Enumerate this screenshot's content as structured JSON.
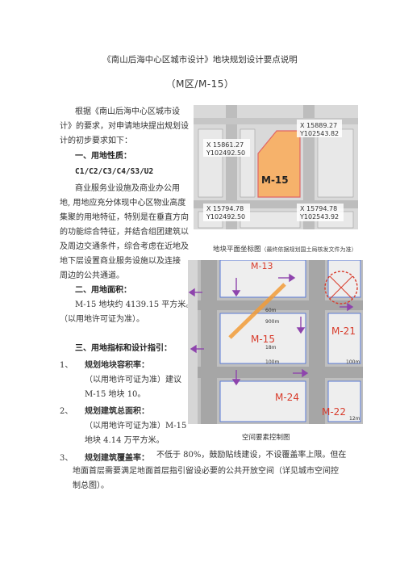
{
  "doc": {
    "title": "《南山后海中心区城市设计》地块规划设计要点说明",
    "subtitle": "（M区/M-15）"
  },
  "intro": {
    "lines": [
      "根据《南山后海中心区城市设",
      "计》的要求，对申请地块提出规划设",
      "计的初步要求如下："
    ]
  },
  "section1": {
    "heading": "一、用地性质：",
    "codes": "C1/C2/C3/C4/S3/U2",
    "lines": [
      "商业服务业设施及商业办公用",
      "地, 用地应充分体现中心区物业高度",
      "集聚的用地特征，特别是在垂直方向",
      "的功能综合特征，并结合组团建筑以",
      "及周边交通条件，综合考虑在近地及",
      "地下层设置商业服务设施以及连接",
      "周边的公共通道。"
    ]
  },
  "section2": {
    "heading": "二、用地面积：",
    "line1": "M-15 地块约 4139.15 平方米。",
    "line2": "（以用地许可证为准）。"
  },
  "section3": {
    "heading": "三、用地指标和设计指引：",
    "items": [
      {
        "num": "1、",
        "title": "规划地块容积率：",
        "lines": [
          "（以用地许可证为准）建议",
          "M-15 地块 10。"
        ]
      },
      {
        "num": "2、",
        "title": "规划建筑总面积：",
        "lines": [
          "（以用地许可证为准）M-15",
          "地块 4.14 万平方米。"
        ]
      },
      {
        "num": "3、",
        "title": "规划建筑覆盖率：",
        "text": "不低于 80%，鼓励贴线建设，不设覆盖率上限。但在",
        "lines": [
          "地面首层需要满足地面首层指引留设必要的公共开放空间（详见城市空间控",
          "制总图）。"
        ]
      }
    ]
  },
  "map1": {
    "parcel_label": "M-15",
    "coords": [
      {
        "x": "X 15889.27",
        "y": "Y102543.82"
      },
      {
        "x": "X 15861.27",
        "y": "Y102492.50"
      },
      {
        "x": "X 15794.78",
        "y": "Y102492.50"
      },
      {
        "x": "X 15794.78",
        "y": "Y102543.92"
      }
    ],
    "caption_main": "地块平面坐标图",
    "caption_note": "（最终依据规划国土局核发文件为准）"
  },
  "map2": {
    "labels": {
      "m13": "M-13",
      "m15": "M-15",
      "m21": "M-21",
      "m24": "M-24",
      "m22": "M-22"
    },
    "dims": {
      "d1": "60m",
      "d2": "18m",
      "d3": "100m",
      "d4": "100m",
      "d5": "12m",
      "d6": "900m"
    },
    "caption": "空间要素控制图"
  },
  "colors": {
    "parcel": "#f6b26b",
    "parcel_stroke": "#e06666",
    "label_red": "#d83b2b",
    "arrow_purple": "#8e44ad",
    "road_gray": "#b0b0b0"
  }
}
